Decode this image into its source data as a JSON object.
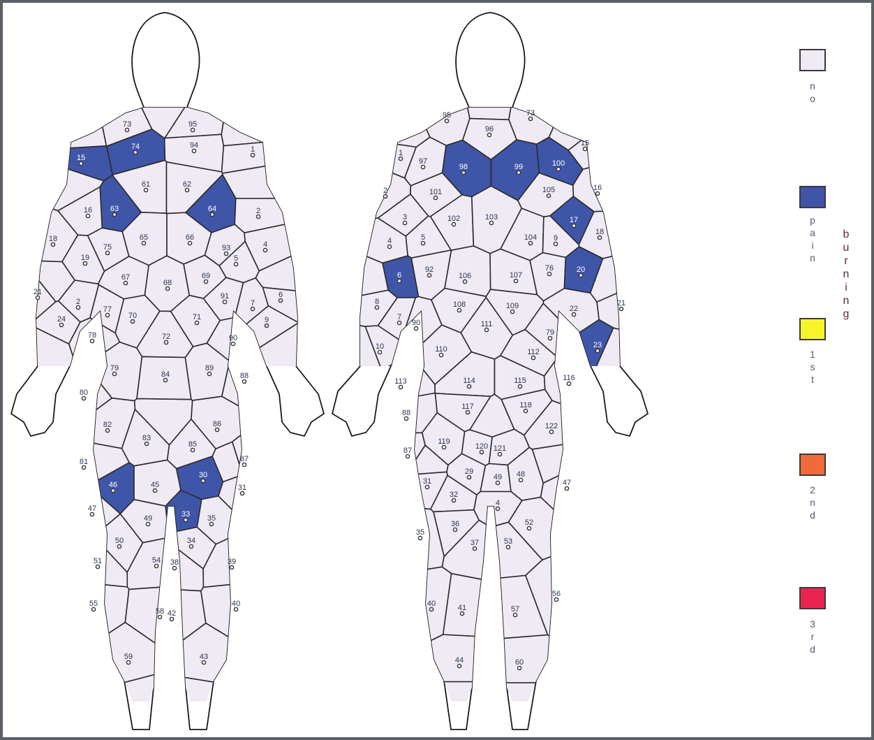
{
  "colors": {
    "none": "#efeaf4",
    "pain": "#3f56a8",
    "first": "#f7f52a",
    "second": "#f06a3a",
    "third": "#ea2450",
    "outline": "#1a1a1a"
  },
  "legend": [
    {
      "id": "no",
      "label": "no",
      "color": "#efeaf4"
    },
    {
      "id": "pain",
      "label": "pain",
      "color": "#3f56a8"
    },
    {
      "id": "1st",
      "label": "1st",
      "color": "#f7f52a"
    },
    {
      "id": "2nd",
      "label": "2nd",
      "color": "#f06a3a"
    },
    {
      "id": "3rd",
      "label": "3rd",
      "color": "#ea2450"
    }
  ],
  "legend_side_label": "burning",
  "front_regions": [
    {
      "n": "73"
    },
    {
      "n": "95"
    },
    {
      "n": "74",
      "sel": true
    },
    {
      "n": "94"
    },
    {
      "n": "15",
      "sel": true
    },
    {
      "n": "1"
    },
    {
      "n": "61"
    },
    {
      "n": "62"
    },
    {
      "n": "63",
      "sel": true
    },
    {
      "n": "64",
      "sel": true
    },
    {
      "n": "16"
    },
    {
      "n": "2"
    },
    {
      "n": "18"
    },
    {
      "n": "75"
    },
    {
      "n": "65"
    },
    {
      "n": "66"
    },
    {
      "n": "93"
    },
    {
      "n": "4"
    },
    {
      "n": "19"
    },
    {
      "n": "5"
    },
    {
      "n": "67"
    },
    {
      "n": "68"
    },
    {
      "n": "69"
    },
    {
      "n": "21"
    },
    {
      "n": "6"
    },
    {
      "n": "2"
    },
    {
      "n": "77"
    },
    {
      "n": "70"
    },
    {
      "n": "71"
    },
    {
      "n": "91"
    },
    {
      "n": "7"
    },
    {
      "n": "24"
    },
    {
      "n": "9"
    },
    {
      "n": "78"
    },
    {
      "n": "72"
    },
    {
      "n": "90"
    },
    {
      "n": "79"
    },
    {
      "n": "84"
    },
    {
      "n": "89"
    },
    {
      "n": "88"
    },
    {
      "n": "80"
    },
    {
      "n": "82"
    },
    {
      "n": "86"
    },
    {
      "n": "83"
    },
    {
      "n": "85"
    },
    {
      "n": "81"
    },
    {
      "n": "87"
    },
    {
      "n": "46",
      "sel": true
    },
    {
      "n": "45"
    },
    {
      "n": "30",
      "sel": true
    },
    {
      "n": "31"
    },
    {
      "n": "47"
    },
    {
      "n": "49"
    },
    {
      "n": "33",
      "sel": true
    },
    {
      "n": "35"
    },
    {
      "n": "50"
    },
    {
      "n": "34"
    },
    {
      "n": "51"
    },
    {
      "n": "54"
    },
    {
      "n": "38"
    },
    {
      "n": "39"
    },
    {
      "n": "55"
    },
    {
      "n": "58"
    },
    {
      "n": "42"
    },
    {
      "n": "40"
    },
    {
      "n": "59"
    },
    {
      "n": "43"
    }
  ],
  "back_regions": [
    {
      "n": "95"
    },
    {
      "n": "73"
    },
    {
      "n": "96"
    },
    {
      "n": "15"
    },
    {
      "n": "1"
    },
    {
      "n": "97"
    },
    {
      "n": "98",
      "sel": true
    },
    {
      "n": "99",
      "sel": true
    },
    {
      "n": "100",
      "sel": true
    },
    {
      "n": "16"
    },
    {
      "n": "2"
    },
    {
      "n": "101"
    },
    {
      "n": "105"
    },
    {
      "n": "3"
    },
    {
      "n": "102"
    },
    {
      "n": "103"
    },
    {
      "n": "17",
      "sel": true
    },
    {
      "n": "18"
    },
    {
      "n": "4"
    },
    {
      "n": "5"
    },
    {
      "n": "104"
    },
    {
      "n": "9"
    },
    {
      "n": "6",
      "sel": true
    },
    {
      "n": "92"
    },
    {
      "n": "106"
    },
    {
      "n": "107"
    },
    {
      "n": "76"
    },
    {
      "n": "20",
      "sel": true
    },
    {
      "n": "8"
    },
    {
      "n": "108"
    },
    {
      "n": "109"
    },
    {
      "n": "22"
    },
    {
      "n": "21"
    },
    {
      "n": "7"
    },
    {
      "n": "90"
    },
    {
      "n": "111"
    },
    {
      "n": "79"
    },
    {
      "n": "23",
      "sel": true
    },
    {
      "n": "10"
    },
    {
      "n": "110"
    },
    {
      "n": "112"
    },
    {
      "n": "113"
    },
    {
      "n": "114"
    },
    {
      "n": "115"
    },
    {
      "n": "116"
    },
    {
      "n": "117"
    },
    {
      "n": "118"
    },
    {
      "n": "88"
    },
    {
      "n": "122"
    },
    {
      "n": "87"
    },
    {
      "n": "119"
    },
    {
      "n": "120"
    },
    {
      "n": "121"
    },
    {
      "n": "29"
    },
    {
      "n": "49"
    },
    {
      "n": "48"
    },
    {
      "n": "47"
    },
    {
      "n": "31"
    },
    {
      "n": "32"
    },
    {
      "n": "4"
    },
    {
      "n": "36"
    },
    {
      "n": "52"
    },
    {
      "n": "35"
    },
    {
      "n": "37"
    },
    {
      "n": "53"
    },
    {
      "n": "56"
    },
    {
      "n": "40"
    },
    {
      "n": "41"
    },
    {
      "n": "57"
    },
    {
      "n": "44"
    },
    {
      "n": "60"
    }
  ]
}
